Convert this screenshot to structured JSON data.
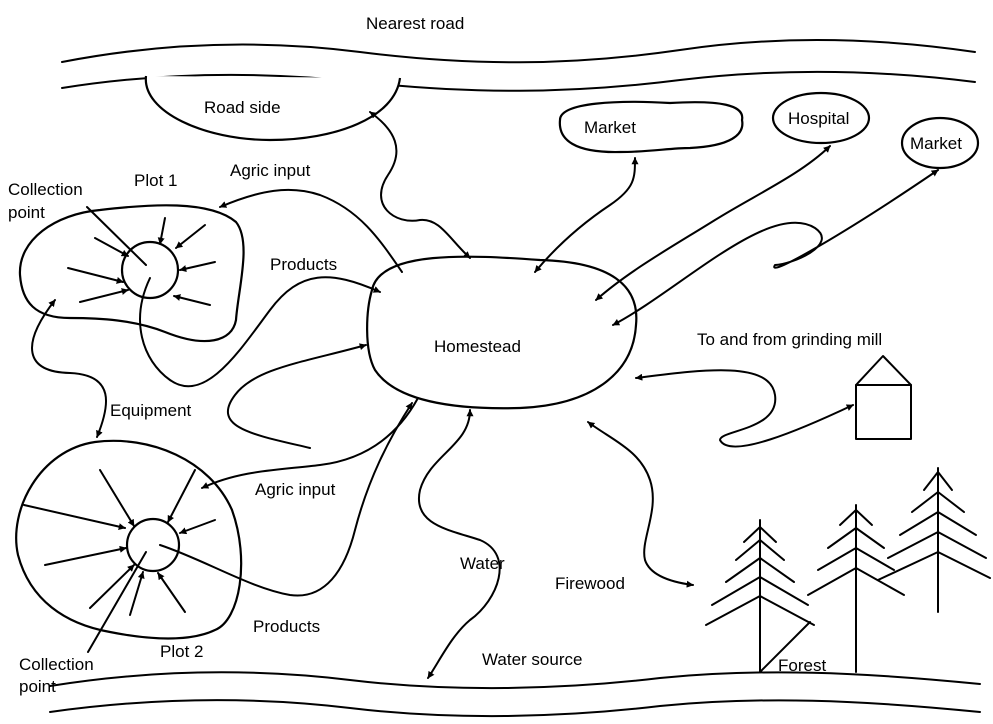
{
  "labels": {
    "nearest_road": "Nearest road",
    "road_side": "Road side",
    "market_1": "Market",
    "hospital": "Hospital",
    "market_2": "Market",
    "homestead": "Homestead",
    "plot_1": "Plot 1",
    "plot_2": "Plot 2",
    "collection_point_top_line1": "Collection",
    "collection_point_top_line2": "point",
    "collection_point_bottom_line1": "Collection",
    "collection_point_bottom_line2": "point",
    "agric_input_top": "Agric input",
    "products_top": "Products",
    "equipment": "Equipment",
    "agric_input_bottom": "Agric input",
    "products_bottom": "Products",
    "water": "Water",
    "firewood": "Firewood",
    "grinding_mill": "To and from grinding mill",
    "water_source": "Water source",
    "forest": "Forest"
  }
}
